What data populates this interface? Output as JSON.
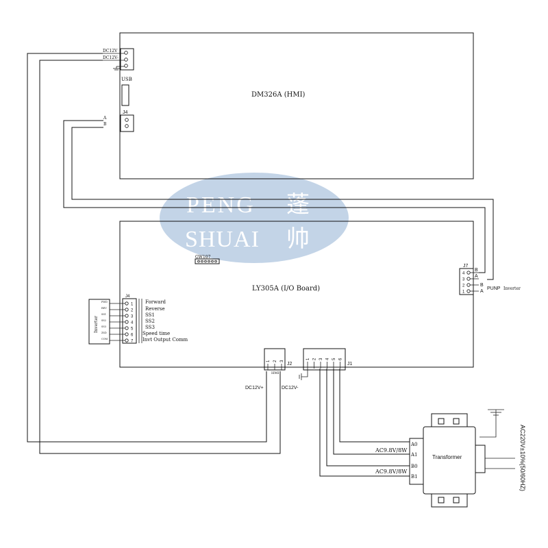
{
  "hmi": {
    "title": "DM326A (HMI)",
    "power_pins": [
      "DC12V",
      "DC12V-"
    ],
    "usb_label": "USB",
    "j4_label": "J4",
    "j4_pins": [
      "A",
      "B"
    ]
  },
  "io": {
    "title": "LY305A (I/O Board)",
    "gw_label": "GW107",
    "j4_label": "J4",
    "j4_pins": [
      "1",
      "2",
      "3",
      "4",
      "5",
      "6",
      "7"
    ],
    "j4_functions": [
      "Forward",
      "Reverse",
      "SS1",
      "SS2",
      "SS3",
      "Speed time",
      "Invt Output Comm"
    ],
    "j4_small_labels": [
      "FWD",
      "REV",
      "SS1",
      "SS2",
      "SS3",
      "ZSD",
      "COM"
    ],
    "inverter_block": "Inverter",
    "j7_label": "J7",
    "j7_pins": [
      "4",
      "3",
      "2",
      "1"
    ],
    "j7_right": [
      "B",
      "A",
      "B",
      "A"
    ],
    "punp_label": "PUNP",
    "inverter_label": "Inverter",
    "j2_label": "J2",
    "j2_sub": "HMI",
    "j2_pins": [
      "1",
      "2",
      "3"
    ],
    "j1_label": "J1",
    "j1_pins": [
      "1",
      "2",
      "3",
      "4",
      "5",
      "6"
    ]
  },
  "power": {
    "dc_plus": "DC12V+",
    "dc_minus": "DC12V-",
    "ac_a": "AC9.8V/8W",
    "ac_b": "AC9.8V/8W",
    "transformer": "Transformer",
    "taps": [
      "A0",
      "A1",
      "B0",
      "B1"
    ],
    "mains": "AC220V±10%(50/60HZ)"
  },
  "watermark": {
    "line1": "PENG",
    "line1_cn": "蓬",
    "line2": "SHUAI",
    "line2_cn": "帅",
    "color": "#b9cde3"
  }
}
